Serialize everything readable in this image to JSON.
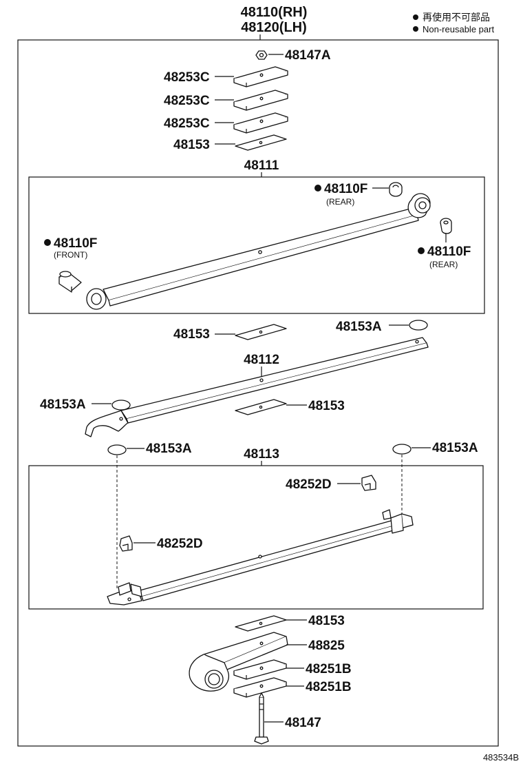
{
  "header": {
    "assembly_rh": "48110(RH)",
    "assembly_lh": "48120(LH)",
    "legend_jp": "再使用不可部品",
    "legend_en": "Non-reusable part"
  },
  "labels": {
    "p48147A": "48147A",
    "p48253C_1": "48253C",
    "p48253C_2": "48253C",
    "p48253C_3": "48253C",
    "p48153_top": "48153",
    "p48111": "48111",
    "p48110F_rear1": "48110F",
    "rear1": "(REAR)",
    "p48110F_front": "48110F",
    "front": "(FRONT)",
    "p48110F_rear2": "48110F",
    "rear2": "(REAR)",
    "p48153_mid1": "48153",
    "p48153A_r1": "48153A",
    "p48112": "48112",
    "p48153A_l1": "48153A",
    "p48153_mid2": "48153",
    "p48153A_l2": "48153A",
    "p48113": "48113",
    "p48153A_r2": "48153A",
    "p48252D_r": "48252D",
    "p48252D_l": "48252D",
    "p48153_bot": "48153",
    "p48825": "48825",
    "p48251B_1": "48251B",
    "p48251B_2": "48251B",
    "p48147": "48147"
  },
  "figure_id": "483534B"
}
